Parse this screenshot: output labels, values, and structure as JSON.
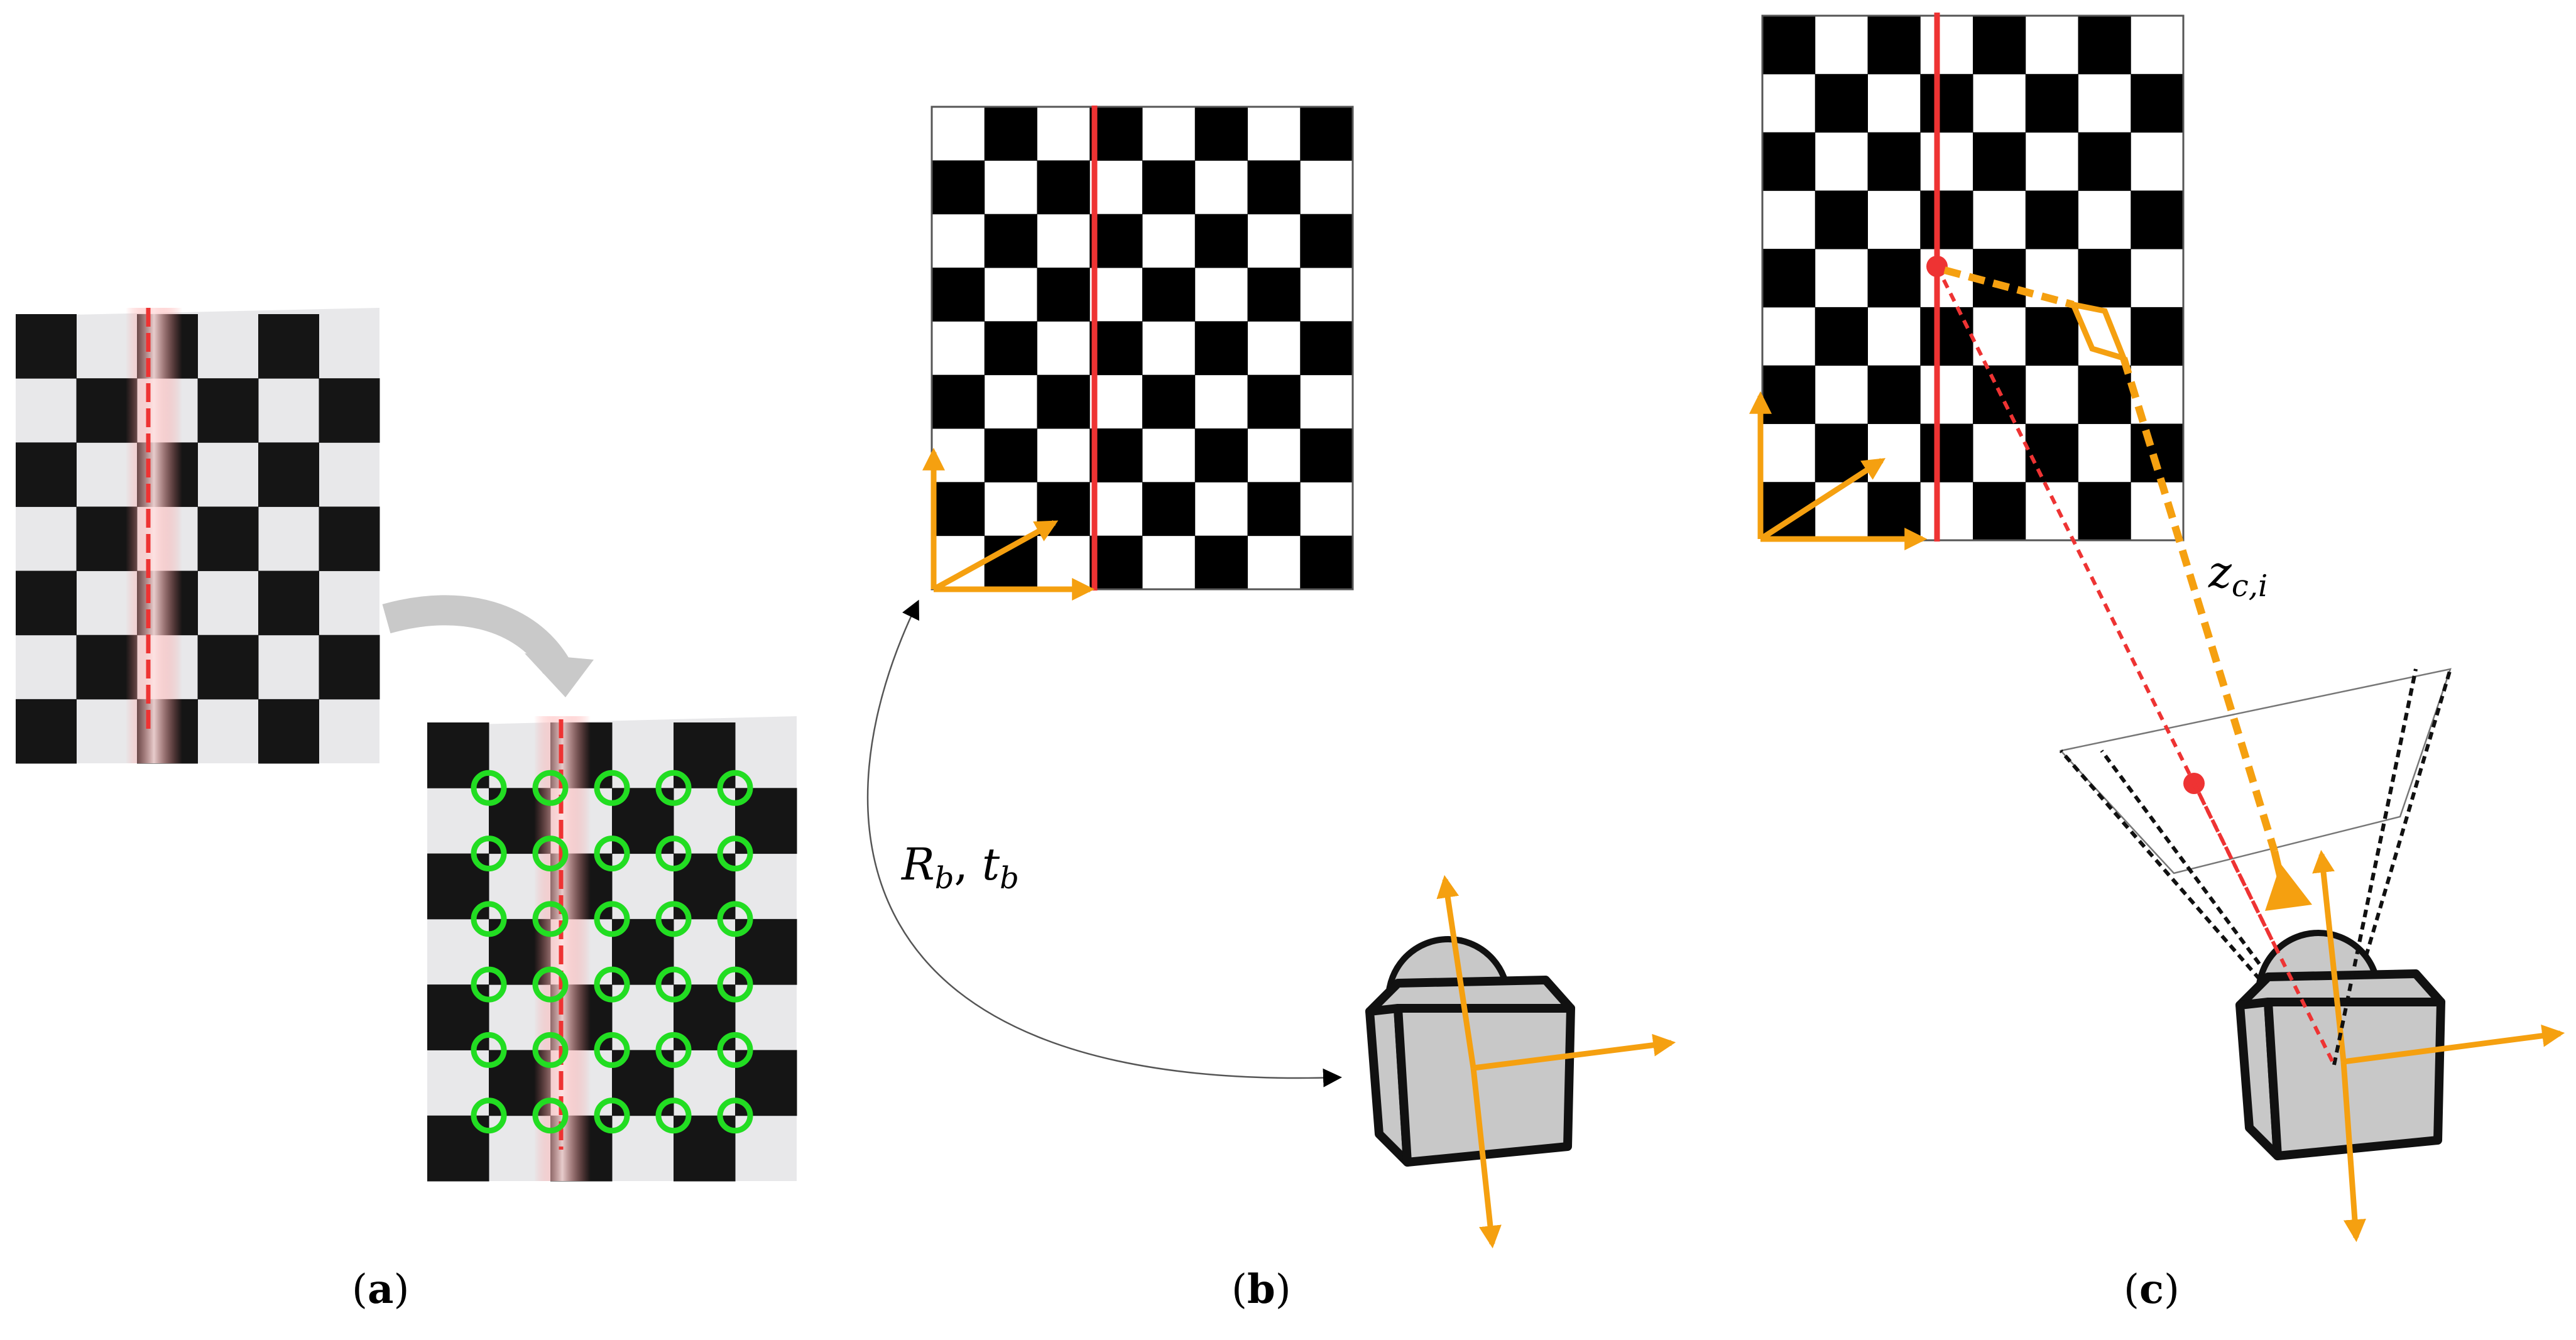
{
  "panels": {
    "a": {
      "label_open": "(",
      "label_letter": "a",
      "label_close": ")"
    },
    "b": {
      "label_open": "(",
      "label_letter": "b",
      "label_close": ")",
      "transform": {
        "R": "R",
        "R_sub": "b",
        "sep": ", ",
        "t": "t",
        "t_sub": "b"
      }
    },
    "c": {
      "label_open": "(",
      "label_letter": "c",
      "label_close": ")",
      "depth": {
        "z": "z",
        "sub": "c,i"
      }
    }
  },
  "colors": {
    "orange": "#f5a010",
    "laser_red": "#ee3333",
    "corner_green": "#22dd22",
    "arrow_gray": "#c9c9c9",
    "camera_body": "#c8c8c8"
  },
  "icons": [
    "camera-icon",
    "coordinate-axes-icon",
    "curved-arrow-icon"
  ]
}
